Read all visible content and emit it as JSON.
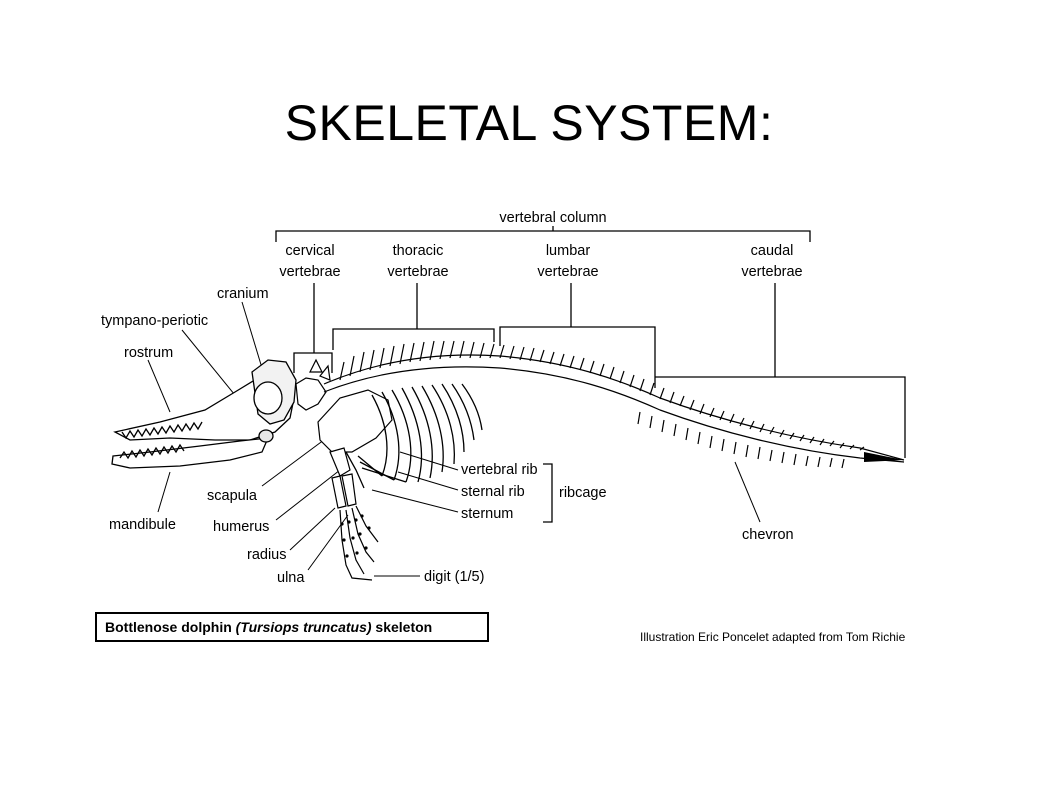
{
  "slide": {
    "title": "SKELETAL SYSTEM:"
  },
  "figure": {
    "labels": {
      "vertebral_column": "vertebral column",
      "cervical_1": "cervical",
      "cervical_2": "vertebrae",
      "thoracic_1": "thoracic",
      "thoracic_2": "vertebrae",
      "lumbar_1": "lumbar",
      "lumbar_2": "vertebrae",
      "caudal_1": "caudal",
      "caudal_2": "vertebrae",
      "cranium": "cranium",
      "tympano_periotic": "tympano-periotic",
      "rostrum": "rostrum",
      "scapula": "scapula",
      "mandibule": "mandibule",
      "humerus": "humerus",
      "radius": "radius",
      "ulna": "ulna",
      "vertebral_rib": "vertebral rib",
      "sternal_rib": "sternal rib",
      "sternum": "sternum",
      "ribcage": "ribcage",
      "digit": "digit (1/5)",
      "chevron": "chevron"
    },
    "caption": {
      "prefix": "Bottlenose dolphin ",
      "species": "(Tursiops truncatus)",
      "suffix": " skeleton"
    },
    "credit": "Illustration Eric Poncelet adapted from Tom Richie"
  }
}
